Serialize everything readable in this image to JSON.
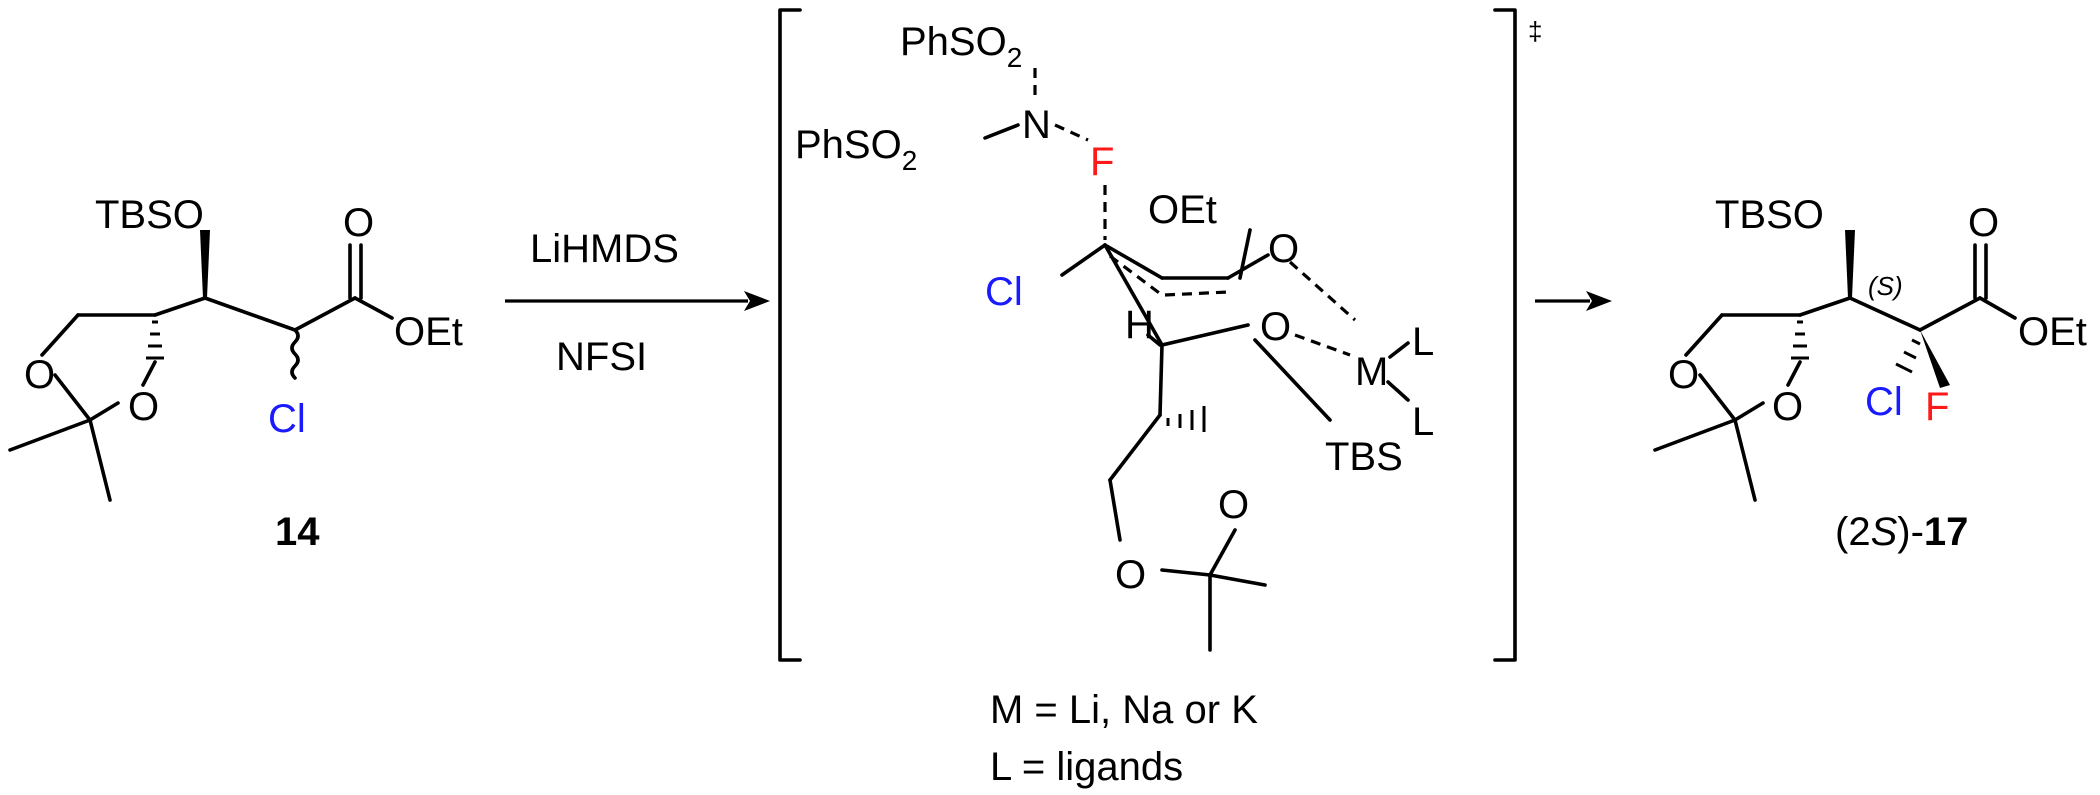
{
  "reagents": {
    "top": "LiHMDS",
    "bottom": "NFSI"
  },
  "compound_14": {
    "tbso": "TBSO",
    "carbonyl_o": "O",
    "oet": "OEt",
    "ring_o1": "O",
    "ring_o2": "O",
    "cl": "Cl",
    "number": "14"
  },
  "transition_state": {
    "phso2_top_main": "PhSO",
    "phso2_top_sub": "2",
    "phso2_left_main": "PhSO",
    "phso2_left_sub": "2",
    "n": "N",
    "f": "F",
    "oet": "OEt",
    "ring_o": "O",
    "cl": "Cl",
    "h": "H",
    "o_tbs": "O",
    "m": "M",
    "l1": "L",
    "l2": "L",
    "tbs": "TBS",
    "diox_o1": "O",
    "diox_o2": "O",
    "dagger": "‡",
    "legend_m": "M = Li, Na or K",
    "legend_l": "L = ligands"
  },
  "product_17": {
    "tbso": "TBSO",
    "carbonyl_o": "O",
    "oet": "OEt",
    "ring_o1": "O",
    "ring_o2": "O",
    "cl": "Cl",
    "f": "F",
    "stereo_label": "(S)",
    "label_prefix": "(2",
    "label_italic": "S",
    "label_close": ")-",
    "label_number": "17"
  },
  "colors": {
    "chlorine": "#1a1aff",
    "fluorine": "#ff1a1a",
    "bonds": "#000000"
  }
}
